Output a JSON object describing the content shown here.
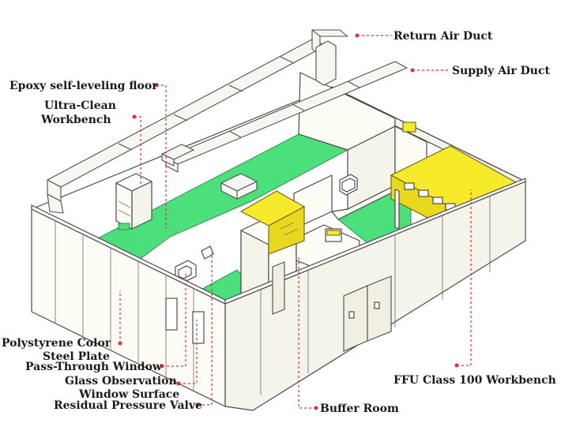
{
  "labels": {
    "return_air_duct": "Return Air Duct",
    "supply_air_duct": "Supply Air Duct",
    "epoxy_floor": "Epoxy self-leveling floor",
    "ultra_clean_1": "Ultra-Clean",
    "ultra_clean_2": "Workbench",
    "polystyrene_1": "Polystyrene Color",
    "polystyrene_2": "Steel Plate",
    "pass_through": "Pass-Through Window",
    "glass_obs_1": "Glass Observation",
    "glass_obs_2": "Window Surface",
    "residual_valve": "Residual Pressure Valve",
    "buffer_room": "Buffer Room",
    "ffu_workbench": "FFU Class 100 Workbench"
  },
  "colors": {
    "leader": "#e0303a",
    "floor": "#4be07c",
    "highlight": "#f7ea2a",
    "text": "#1a1a1a"
  }
}
